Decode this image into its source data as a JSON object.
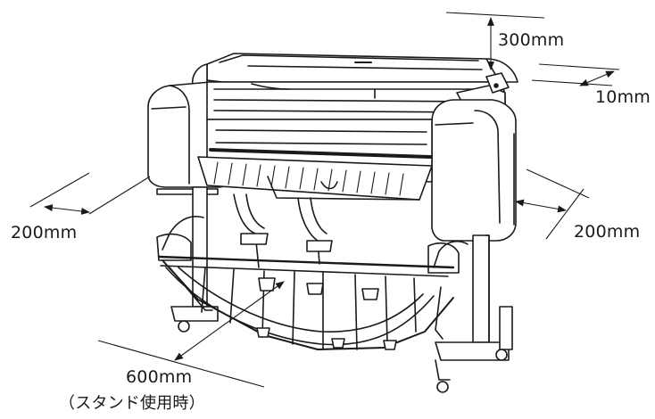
{
  "dimensions": {
    "top": "300mm",
    "rear_right": "10mm",
    "left": "200mm",
    "right": "200mm",
    "front": "600mm",
    "front_note": "（スタンド使用時）"
  }
}
